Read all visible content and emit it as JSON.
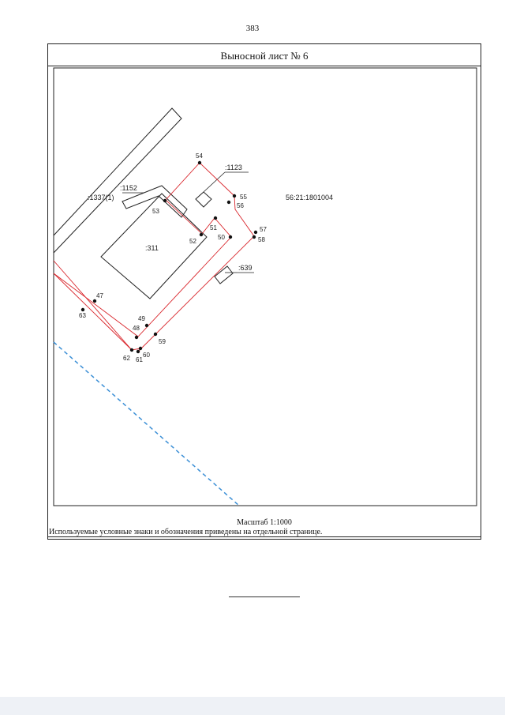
{
  "page_number": "383",
  "sheet_title": "Выносной лист № 6",
  "scale": "Масштаб 1:1000",
  "legend_note": "Используемые условные знаки и обозначения приведены на отдельной странице.",
  "parcels": {
    "p1123": ":1123",
    "p1337": ":1337(1)",
    "p1152": ":1152",
    "p311": ":311",
    "p639": ":639",
    "block": "56:21:1801004"
  },
  "points": [
    "47",
    "48",
    "49",
    "50",
    "51",
    "52",
    "53",
    "54",
    "55",
    "56",
    "57",
    "58",
    "59",
    "60",
    "61",
    "62",
    "63"
  ]
}
